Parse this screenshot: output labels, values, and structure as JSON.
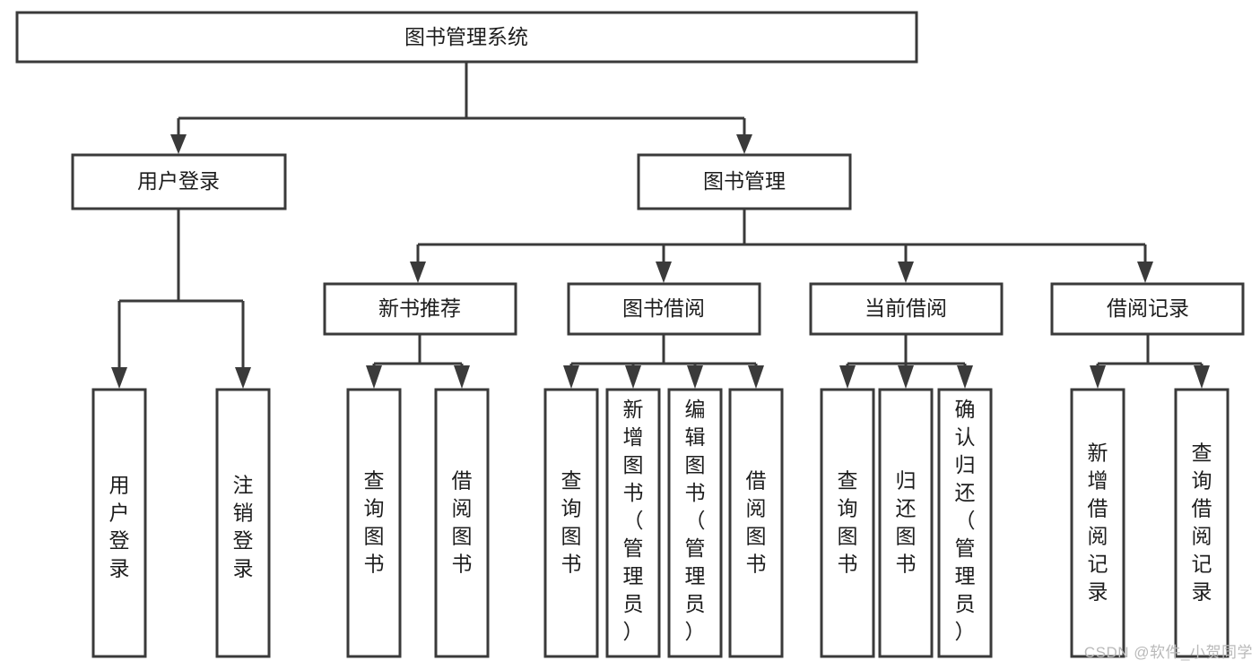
{
  "diagram": {
    "title": "图书管理系统",
    "type": "hierarchy-tree",
    "levels": 4,
    "root": {
      "id": "root",
      "label": "图书管理系统",
      "orientation": "horizontal"
    },
    "level2": [
      {
        "id": "user-login",
        "label": "用户登录",
        "orientation": "horizontal"
      },
      {
        "id": "book-management",
        "label": "图书管理",
        "orientation": "horizontal"
      }
    ],
    "level3": [
      {
        "id": "new-book-recommend",
        "label": "新书推荐",
        "orientation": "horizontal",
        "parent": "book-management"
      },
      {
        "id": "book-borrow",
        "label": "图书借阅",
        "orientation": "horizontal",
        "parent": "book-management"
      },
      {
        "id": "current-borrow",
        "label": "当前借阅",
        "orientation": "horizontal",
        "parent": "book-management"
      },
      {
        "id": "borrow-record",
        "label": "借阅记录",
        "orientation": "horizontal",
        "parent": "book-management"
      }
    ],
    "leaves": [
      {
        "id": "leaf-user-login",
        "label": "用户登录",
        "orientation": "vertical",
        "parent": "user-login"
      },
      {
        "id": "leaf-user-logout",
        "label": "注销登录",
        "orientation": "vertical",
        "parent": "user-login"
      },
      {
        "id": "leaf-query-book-1",
        "label": "查询图书",
        "orientation": "vertical",
        "parent": "new-book-recommend"
      },
      {
        "id": "leaf-borrow-book-1",
        "label": "借阅图书",
        "orientation": "vertical",
        "parent": "new-book-recommend"
      },
      {
        "id": "leaf-query-book-2",
        "label": "查询图书",
        "orientation": "vertical",
        "parent": "book-borrow"
      },
      {
        "id": "leaf-add-book",
        "label": "新增图书（管理员）",
        "orientation": "vertical",
        "parent": "book-borrow"
      },
      {
        "id": "leaf-edit-book",
        "label": "编辑图书（管理员）",
        "orientation": "vertical",
        "parent": "book-borrow"
      },
      {
        "id": "leaf-borrow-book-2",
        "label": "借阅图书",
        "orientation": "vertical",
        "parent": "book-borrow"
      },
      {
        "id": "leaf-query-book-3",
        "label": "查询图书",
        "orientation": "vertical",
        "parent": "current-borrow"
      },
      {
        "id": "leaf-return-book",
        "label": "归还图书",
        "orientation": "vertical",
        "parent": "current-borrow"
      },
      {
        "id": "leaf-confirm-return",
        "label": "确认归还（管理员）",
        "orientation": "vertical",
        "parent": "current-borrow"
      },
      {
        "id": "leaf-add-record",
        "label": "新增借阅记录",
        "orientation": "vertical",
        "parent": "borrow-record"
      },
      {
        "id": "leaf-query-record",
        "label": "查询借阅记录",
        "orientation": "vertical",
        "parent": "borrow-record"
      }
    ]
  },
  "watermark": {
    "text": "CSDN @软件_小贺同学"
  },
  "colors": {
    "stroke": "#3a3a3a",
    "box_fill": "#ffffff",
    "text": "#1d1d1d",
    "background": "#ffffff",
    "watermark": "#b9b9b9"
  }
}
